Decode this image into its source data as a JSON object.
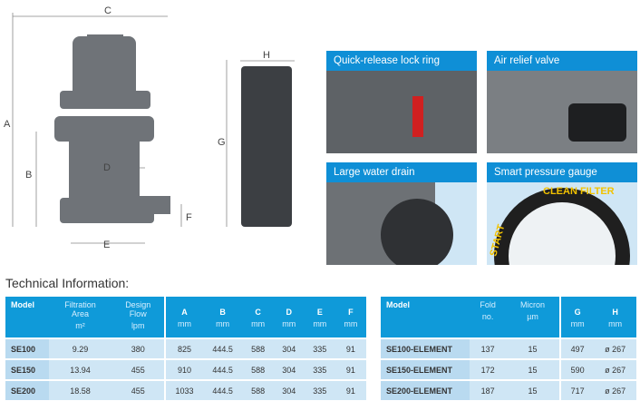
{
  "diagram": {
    "labels": {
      "A": "A",
      "B": "B",
      "C": "C",
      "D": "D",
      "E": "E",
      "F": "F",
      "G": "G",
      "H": "H"
    }
  },
  "features": [
    {
      "caption": "Quick-release lock ring"
    },
    {
      "caption": "Air relief valve"
    },
    {
      "caption": "Large water drain"
    },
    {
      "caption": "Smart pressure gauge",
      "gauge_text": "CLEAN FILTER",
      "gauge_text2": "START"
    }
  ],
  "section_title": "Technical Information:",
  "table1": {
    "headers": [
      {
        "l1": "Model",
        "l2": "",
        "u": ""
      },
      {
        "l1": "Filtration",
        "l2": "Area",
        "u": "m²"
      },
      {
        "l1": "Design",
        "l2": "Flow",
        "u": "lpm"
      },
      {
        "l1": "A",
        "l2": "",
        "u": "mm"
      },
      {
        "l1": "B",
        "l2": "",
        "u": "mm"
      },
      {
        "l1": "C",
        "l2": "",
        "u": "mm"
      },
      {
        "l1": "D",
        "l2": "",
        "u": "mm"
      },
      {
        "l1": "E",
        "l2": "",
        "u": "mm"
      },
      {
        "l1": "F",
        "l2": "",
        "u": "mm"
      }
    ],
    "rows": [
      [
        "SE100",
        "9.29",
        "380",
        "825",
        "444.5",
        "588",
        "304",
        "335",
        "91"
      ],
      [
        "SE150",
        "13.94",
        "455",
        "910",
        "444.5",
        "588",
        "304",
        "335",
        "91"
      ],
      [
        "SE200",
        "18.58",
        "455",
        "1033",
        "444.5",
        "588",
        "304",
        "335",
        "91"
      ]
    ]
  },
  "table2": {
    "headers": [
      {
        "l1": "Model",
        "u": ""
      },
      {
        "l1": "Fold",
        "u": "no."
      },
      {
        "l1": "Micron",
        "u": "µm"
      },
      {
        "l1": "G",
        "u": "mm"
      },
      {
        "l1": "H",
        "u": "mm"
      }
    ],
    "rows": [
      [
        "SE100-ELEMENT",
        "137",
        "15",
        "497",
        "ø 267"
      ],
      [
        "SE150-ELEMENT",
        "172",
        "15",
        "590",
        "ø 267"
      ],
      [
        "SE200-ELEMENT",
        "187",
        "15",
        "717",
        "ø 267"
      ]
    ]
  }
}
